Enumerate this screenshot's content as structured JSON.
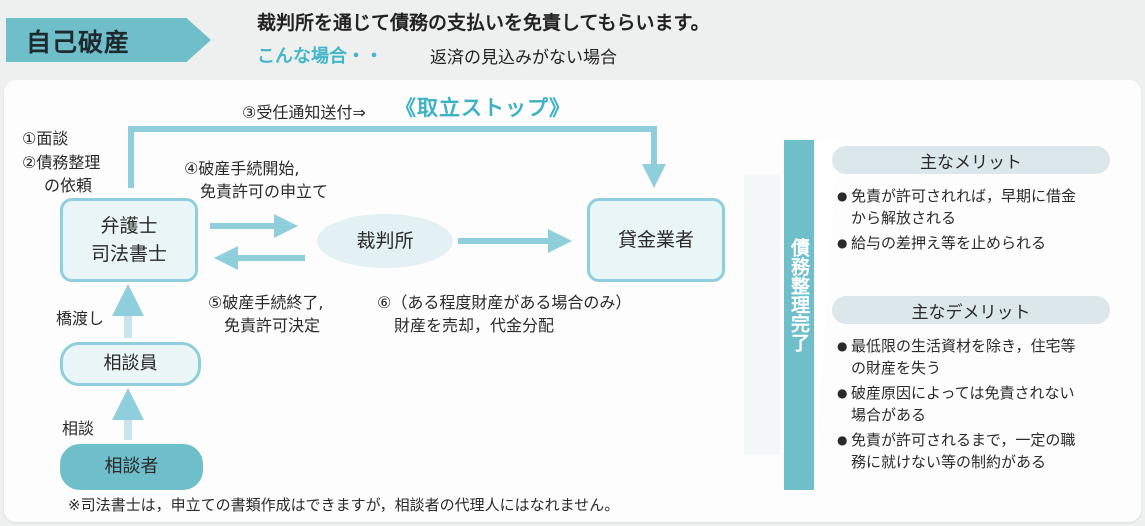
{
  "header": {
    "title": "自己破産",
    "headline": "裁判所を通じて債務の支払いを免責してもらいます。",
    "case_label": "こんな場合・・",
    "case_text": "返済の見込みがない場合"
  },
  "flow": {
    "step1": "①面談",
    "step2_line1": "②債務整理",
    "step2_line2": "の依頼",
    "step3_label": "③受任通知送付⇒",
    "step3_highlight": "《取立ストップ》",
    "step4_line1": "④破産手続開始,",
    "step4_line2": "免責許可の申立て",
    "step5_line1": "⑤破産手続終了,",
    "step5_line2": "免責許可決定",
    "step6_line1": "⑥（ある程度財産がある場合のみ）",
    "step6_line2": "財産を売却，代金分配",
    "bridge_label": "橋渡し",
    "consult_label": "相談"
  },
  "nodes": {
    "lawyer_line1": "弁護士",
    "lawyer_line2": "司法書士",
    "court": "裁判所",
    "lender": "貸金業者",
    "counselor": "相談員",
    "consultee": "相談者"
  },
  "completion": "債務整理完了",
  "merits": {
    "title": "主なメリット",
    "items": [
      [
        "免責が許可されれば，早期に借金",
        "から解放される"
      ],
      [
        "給与の差押え等を止められる"
      ]
    ]
  },
  "demerits": {
    "title": "主なデメリット",
    "items": [
      [
        "最低限の生活資材を除き，住宅等",
        "の財産を失う"
      ],
      [
        "破産原因によっては免責されない",
        "場合がある"
      ],
      [
        "免責が許可されるまで，一定の職",
        "務に就けない等の制約がある"
      ]
    ]
  },
  "footnote": "※司法書士は，申立ての書類作成はできますが，相談者の代理人にはなれません。",
  "colors": {
    "accent": "#6fbfcb",
    "node_border": "#8fcfdb",
    "node_fill": "#eaf5f7",
    "highlight_text": "#3cb2c4"
  }
}
